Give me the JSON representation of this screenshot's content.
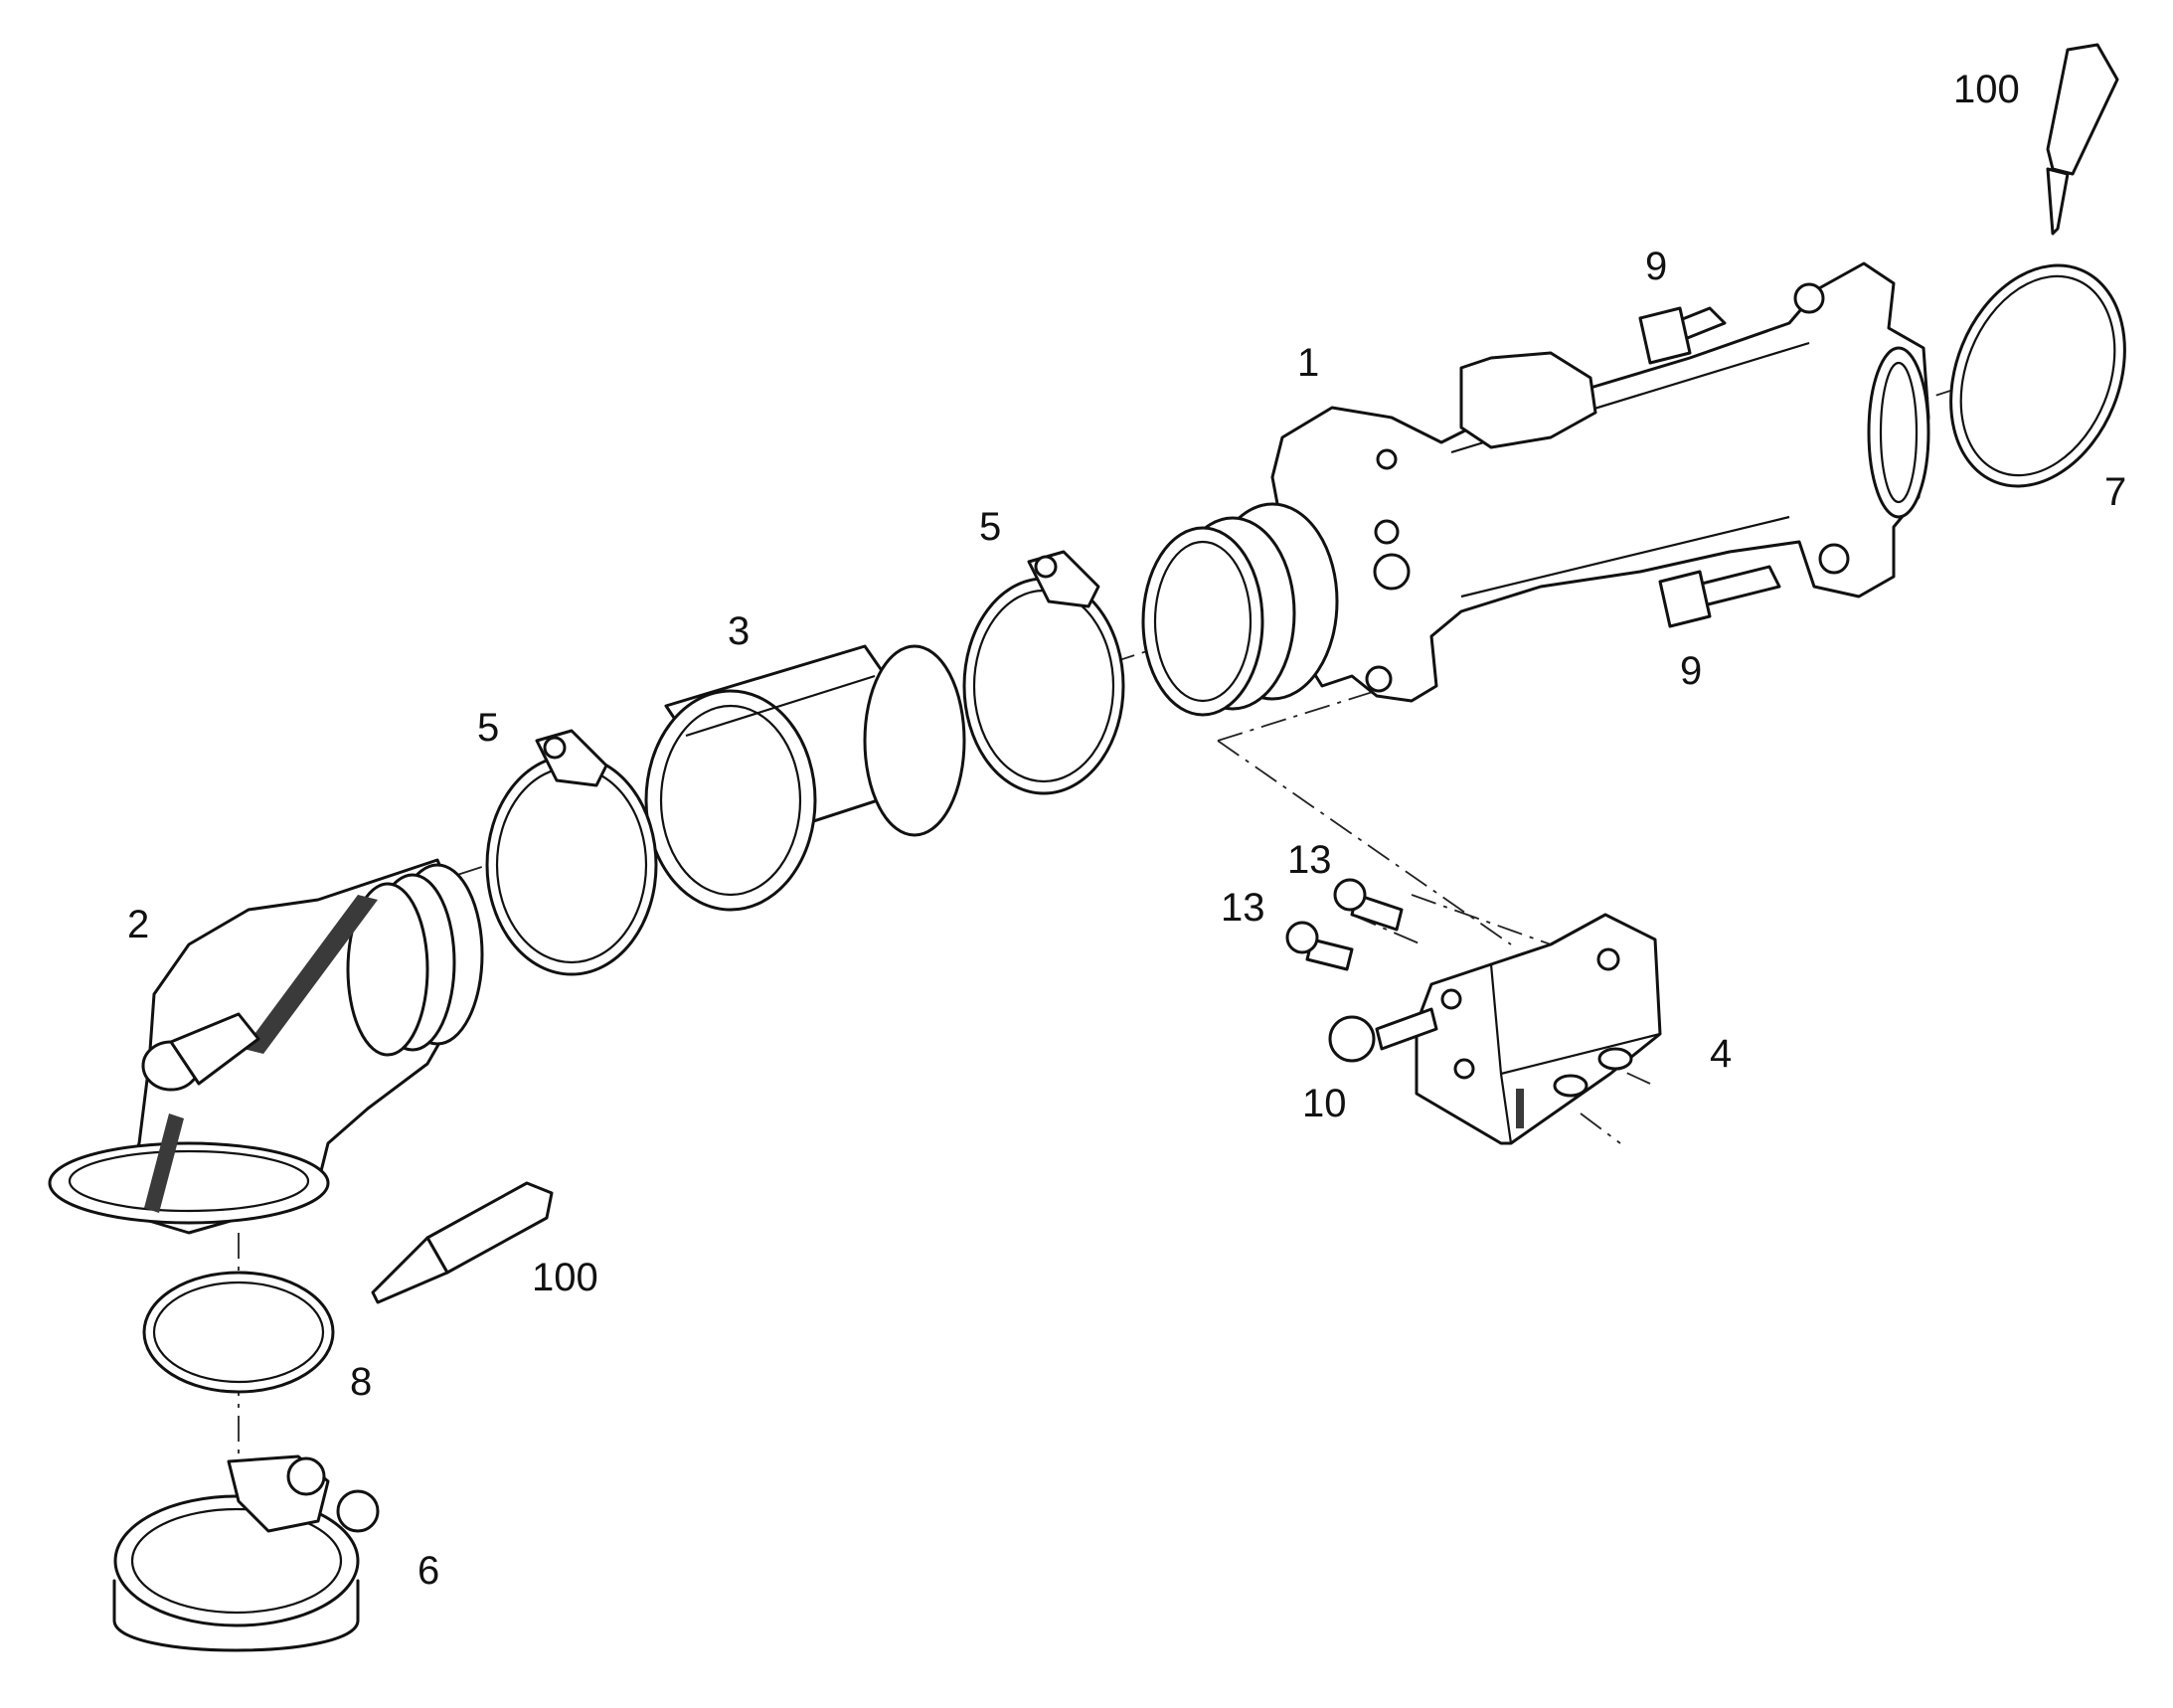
{
  "figure": {
    "callouts": [
      {
        "id": "c1",
        "label": "1"
      },
      {
        "id": "c2",
        "label": "2"
      },
      {
        "id": "c3",
        "label": "3"
      },
      {
        "id": "c4",
        "label": "4"
      },
      {
        "id": "c5a",
        "label": "5"
      },
      {
        "id": "c5b",
        "label": "5"
      },
      {
        "id": "c6",
        "label": "6"
      },
      {
        "id": "c7",
        "label": "7"
      },
      {
        "id": "c8",
        "label": "8"
      },
      {
        "id": "c9a",
        "label": "9"
      },
      {
        "id": "c9b",
        "label": "9"
      },
      {
        "id": "c10",
        "label": "10"
      },
      {
        "id": "c13a",
        "label": "13"
      },
      {
        "id": "c13b",
        "label": "13"
      },
      {
        "id": "c100a",
        "label": "100"
      },
      {
        "id": "c100b",
        "label": "100"
      }
    ]
  }
}
